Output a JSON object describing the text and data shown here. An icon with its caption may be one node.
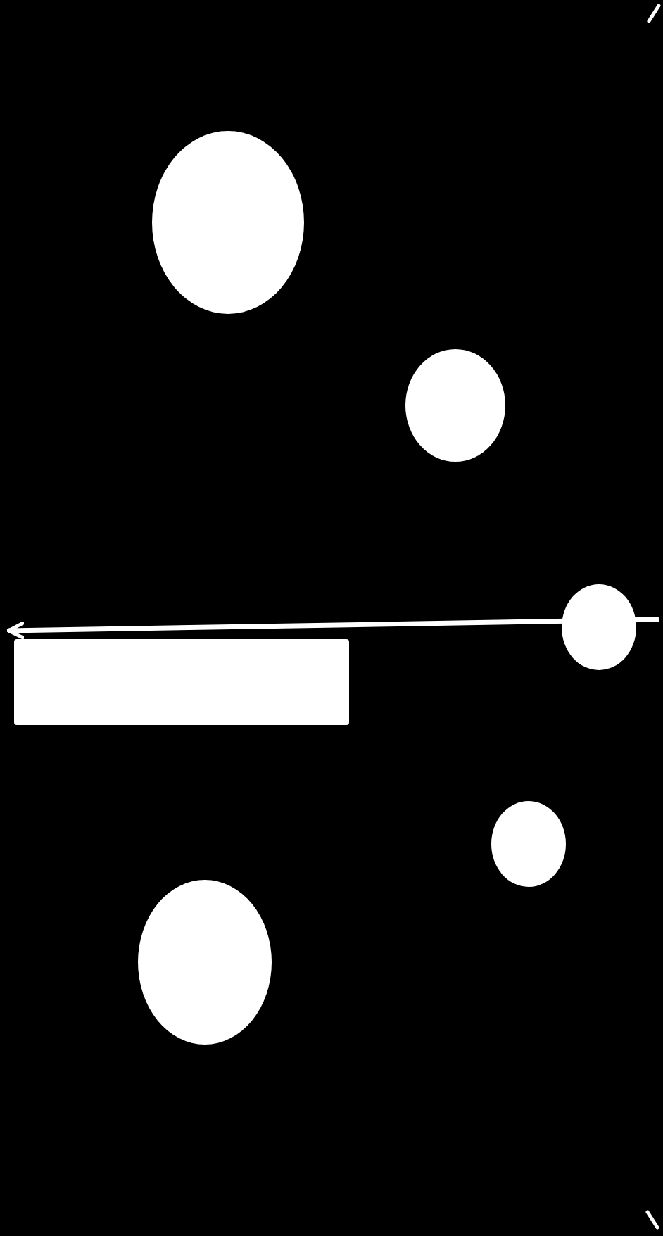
{
  "diagram": {
    "nodes": [
      {
        "text": [],
        "shape": "circle"
      },
      {
        "text": [],
        "shape": "circle"
      },
      {
        "text": [],
        "shape": "circle"
      },
      {
        "text": [],
        "shape": "box"
      },
      {
        "text": [],
        "shape": "circle"
      },
      {
        "text": [],
        "shape": "circle"
      }
    ],
    "edges": [
      {
        "from": 2,
        "to": 3,
        "arrow": "to"
      }
    ]
  }
}
